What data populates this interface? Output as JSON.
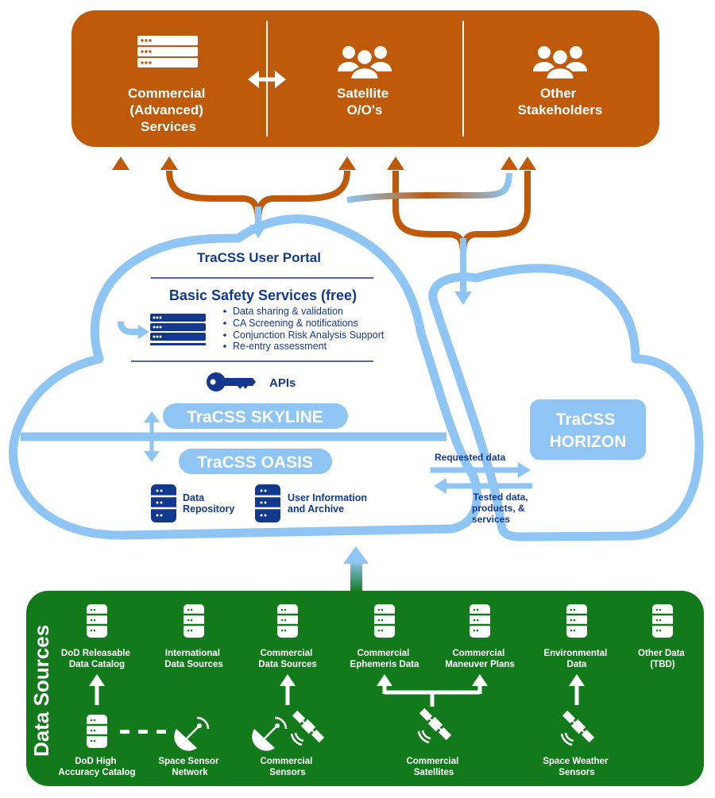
{
  "colors": {
    "orange": "#bf5a0a",
    "green": "#137a1c",
    "cloud_blue": "#8ec5f4",
    "navy": "#13398f",
    "white": "#ffffff"
  },
  "top_panel": {
    "commercial_services": [
      "Commercial",
      "(Advanced)",
      "Services"
    ],
    "satellite_oo": [
      "Satellite",
      "O/O's"
    ],
    "other_stakeholders": [
      "Other",
      "Stakeholders"
    ]
  },
  "portal": {
    "title": "TraCSS User Portal",
    "basic_services_title": "Basic Safety Services (free)",
    "bullets": [
      "Data sharing & validation",
      "CA Screening & notifications",
      "Conjunction Risk Analysis Support",
      "Re-entry assessment"
    ],
    "apis_label": "APIs"
  },
  "skyline_label": "TraCSS SKYLINE",
  "oasis_label": "TraCSS OASIS",
  "horizon_label": [
    "TraCSS",
    "HORIZON"
  ],
  "repository": {
    "data_repository": [
      "Data",
      "Repository"
    ],
    "user_info": [
      "User Information",
      "and Archive"
    ]
  },
  "exchange": {
    "requested": "Requested data",
    "tested": [
      "Tested data,",
      "products, &",
      "services"
    ]
  },
  "data_sources": {
    "title": "Data Sources",
    "catalogs": [
      [
        "DoD Releasable",
        "Data Catalog"
      ],
      [
        "International",
        "Data Sources"
      ],
      [
        "Commercial",
        "Data Sources"
      ],
      [
        "Commercial",
        "Ephemeris Data"
      ],
      [
        "Commercial",
        "Maneuver Plans"
      ],
      [
        "Environmental",
        "Data"
      ],
      [
        "Other Data",
        "(TBD)"
      ]
    ],
    "sources": {
      "dod_high": [
        "DoD High",
        "Accuracy Catalog"
      ],
      "sensor_network": [
        "Space Sensor",
        "Network"
      ],
      "commercial_sensors": [
        "Commercial",
        "Sensors"
      ],
      "commercial_satellites": [
        "Commercial",
        "Satellites"
      ],
      "space_weather": [
        "Space Weather",
        "Sensors"
      ]
    }
  },
  "icons": [
    "server-icon",
    "people-group-icon",
    "double-arrow-icon",
    "key-icon",
    "database-icon",
    "satellite-dish-icon",
    "satellite-icon"
  ]
}
